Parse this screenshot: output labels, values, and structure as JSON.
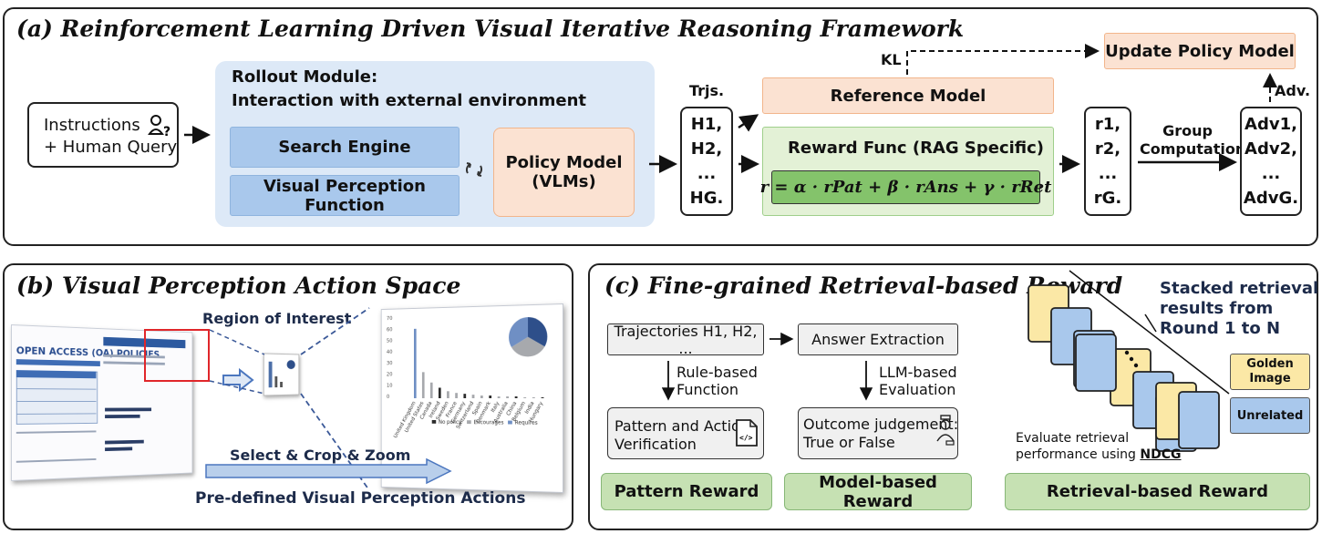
{
  "panel_a": {
    "title": "(a) Reinforcement Learning Driven Visual Iterative Reasoning Framework",
    "instructions_line1": "Instructions",
    "instructions_line2": "+ Human Query",
    "rollout_title_line1": "Rollout Module:",
    "rollout_title_line2": "Interaction with external environment",
    "search_engine": "Search Engine",
    "visual_perception_function": "Visual Perception Function",
    "policy_model_line1": "Policy Model",
    "policy_model_line2": "(VLMs)",
    "trjs_label": "Trjs.",
    "trajectories": [
      "H1,",
      "H2,",
      "...",
      "HG."
    ],
    "reference_model": "Reference Model",
    "kl_label": "KL",
    "update_policy_model": "Update Policy Model",
    "reward_func_title": "Reward Func (RAG Specific)",
    "reward_formula": "r = α · rPat + β · rAns + γ · rRet",
    "rewards": [
      "r1,",
      "r2,",
      "...",
      "rG."
    ],
    "group_computation_line1": "Group",
    "group_computation_line2": "Computation",
    "advantages": [
      "Adv1,",
      "Adv2,",
      "...",
      "AdvG."
    ],
    "adv_label": "Adv."
  },
  "panel_b": {
    "title": "(b) Visual Perception Action Space",
    "region_of_interest": "Region of Interest",
    "doc_heading": "OPEN ACCESS (OA) POLICIES",
    "select_crop_zoom": "Select & Crop & Zoom",
    "predefined_actions": "Pre-defined Visual Perception Actions",
    "chart_yticks": [
      "70",
      "60",
      "50",
      "40",
      "30",
      "20",
      "10",
      "0"
    ],
    "chart_countries": [
      "United Kingdom",
      "United States",
      "Canada",
      "Ireland",
      "Sweden",
      "France",
      "Germany",
      "Switzerland",
      "Spain",
      "Denmark",
      "Italy",
      "Australia",
      "China",
      "Belgium",
      "India",
      "Hungary"
    ],
    "chart_legend": [
      "No policy",
      "Encourages",
      "Requires"
    ]
  },
  "panel_c": {
    "title": "(c) Fine-grained Retrieval-based Reward",
    "trajectories_box": "Trajectories H1, H2, ...",
    "answer_extraction": "Answer Extraction",
    "rule_based_line1": "Rule-based",
    "rule_based_line2": "Function",
    "llm_based_line1": "LLM-based",
    "llm_based_line2": "Evaluation",
    "pattern_verification_line1": "Pattern and Action",
    "pattern_verification_line2": "Verification",
    "outcome_line1": "Outcome judgement:",
    "outcome_line2": "True or False",
    "pattern_reward": "Pattern Reward",
    "model_based_reward": "Model-based Reward",
    "retrieval_based_reward": "Retrieval-based Reward",
    "stacked_line1": "Stacked retrieval",
    "stacked_line2": "results from",
    "stacked_line3": "Round 1 to N",
    "golden_image_line1": "Golden",
    "golden_image_line2": "Image",
    "unrelated": "Unrelated",
    "evaluate_line1": "Evaluate retrieval",
    "evaluate_line2": "performance using",
    "ndcg": "NDCG",
    "code_icon_glyph": "</>"
  },
  "colors": {
    "orange_fill": "#fbe2d2",
    "green_fill": "#e3f1d6",
    "blue_fill": "#a9c8ec",
    "light_blue_fill": "#dde9f7",
    "golden_fill": "#fbe8a6",
    "reward_green": "#c6e1b3"
  }
}
